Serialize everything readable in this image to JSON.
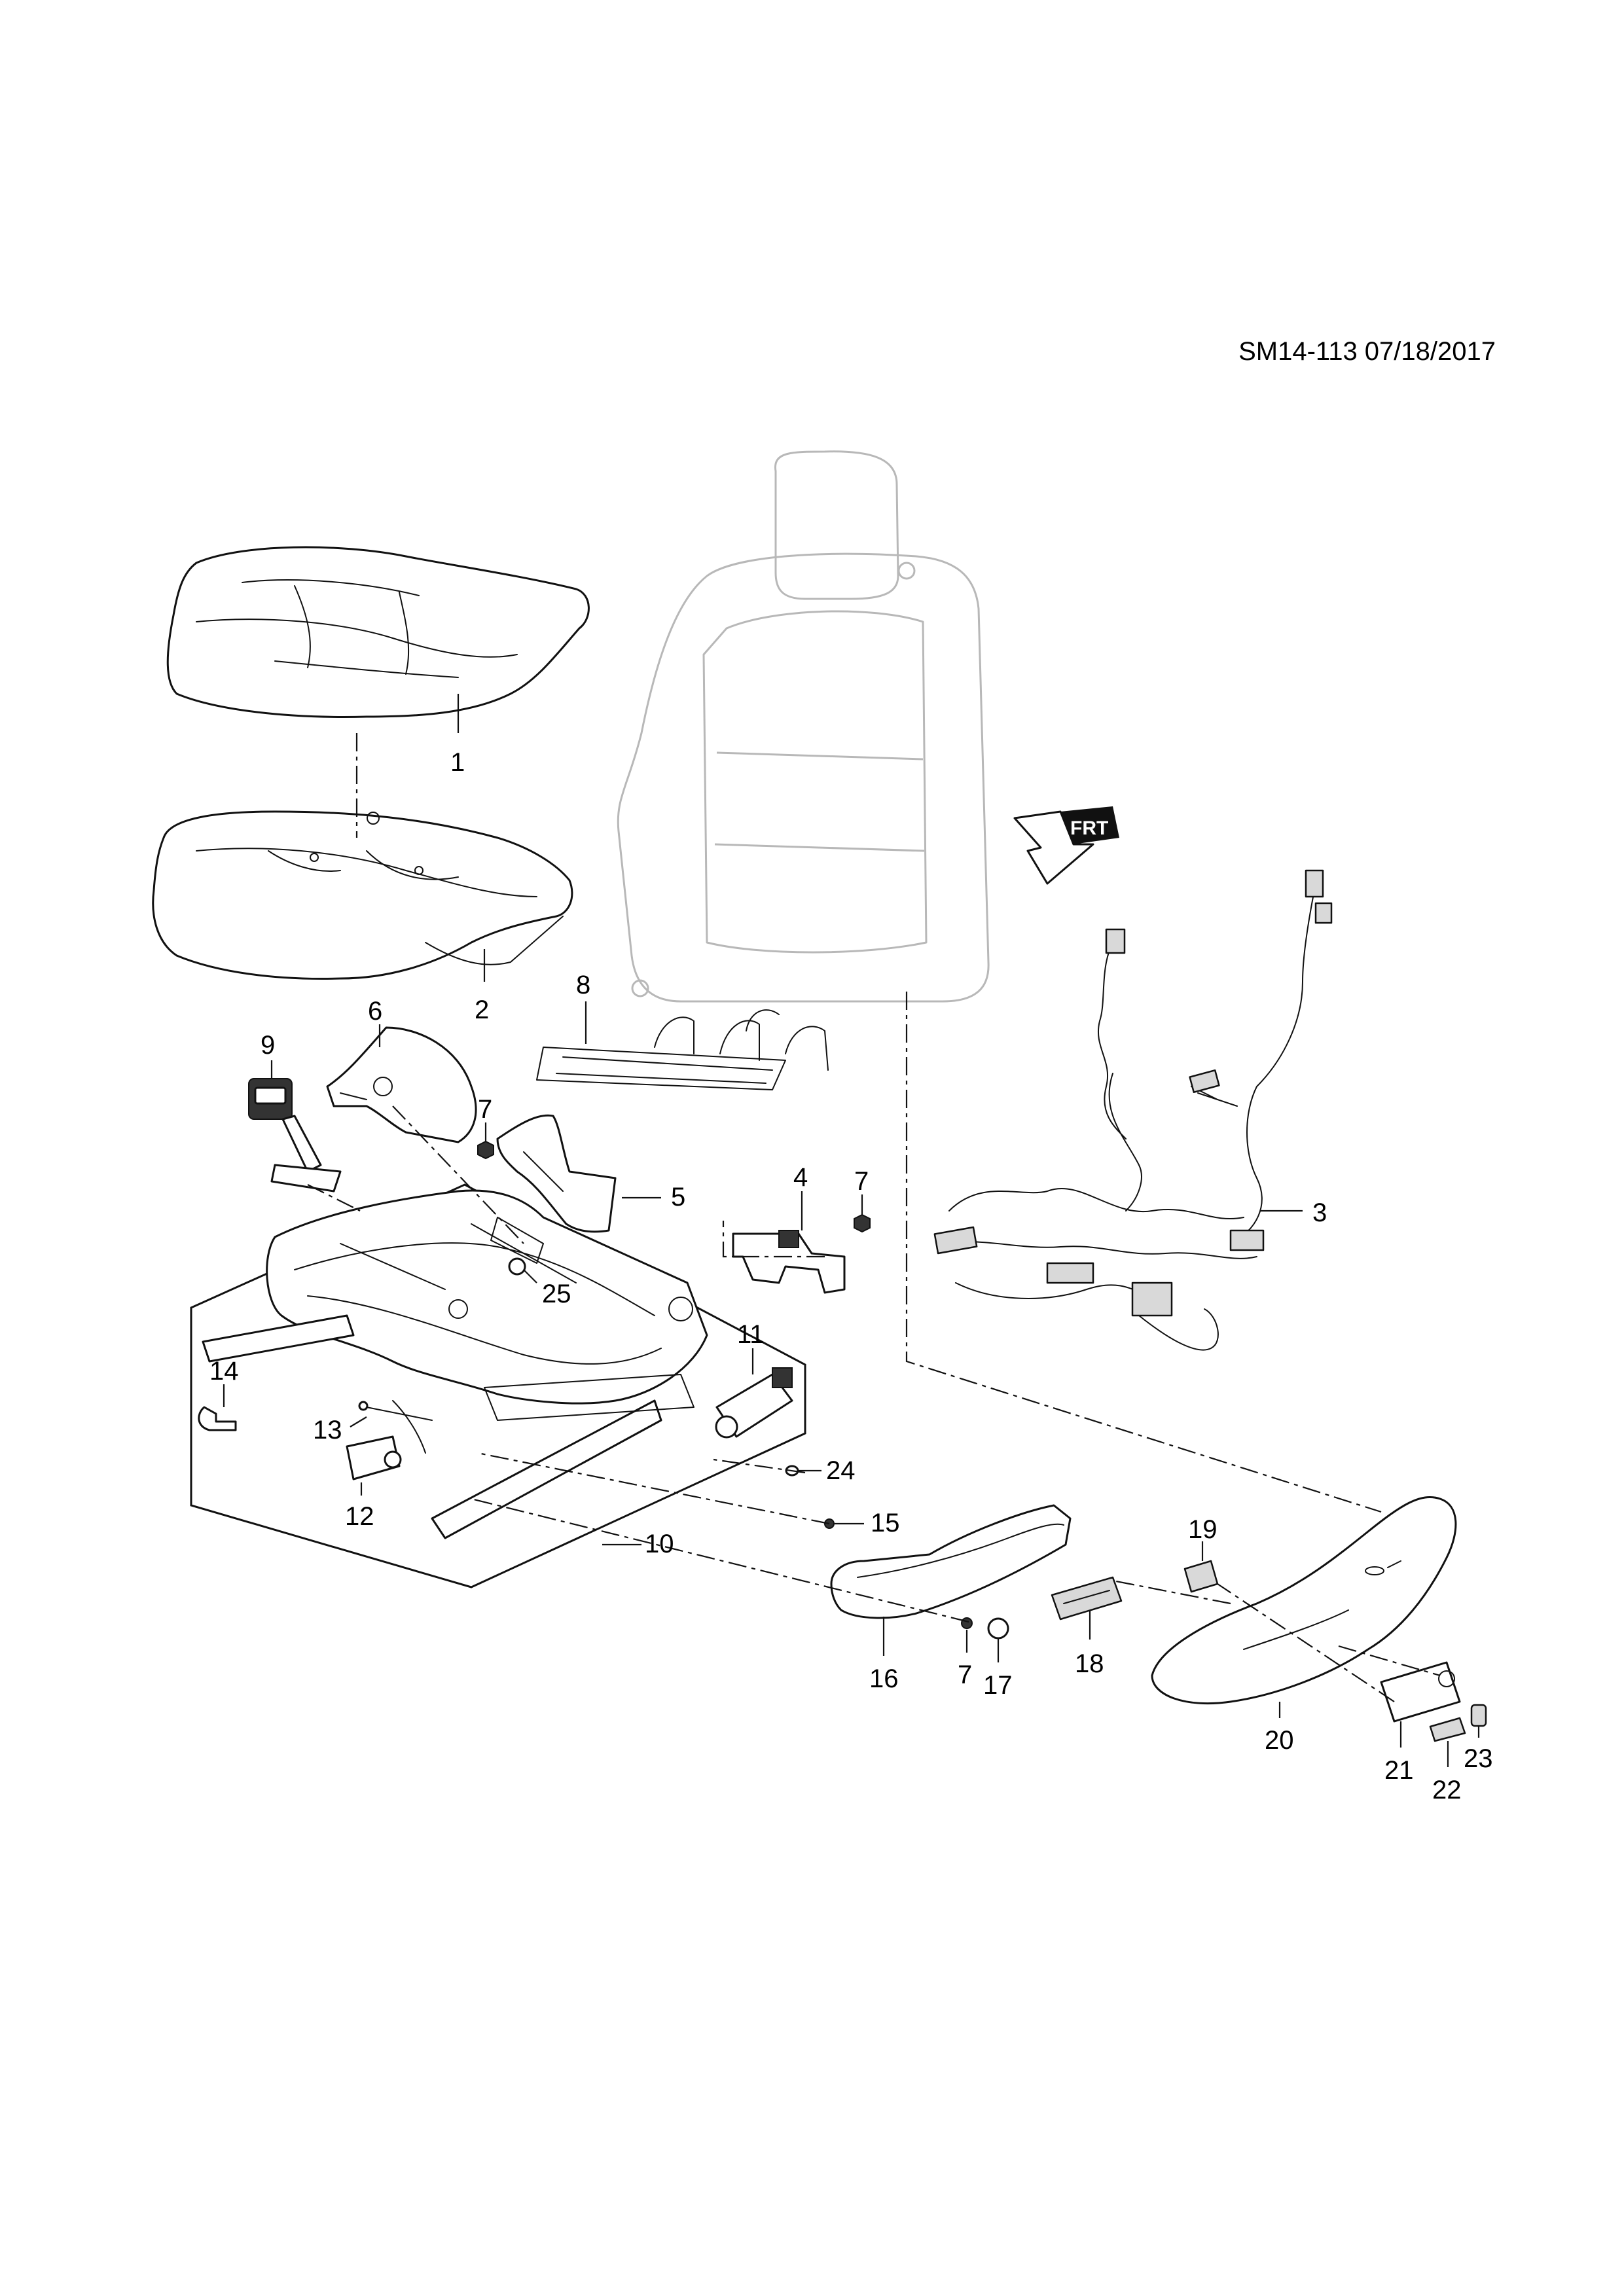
{
  "reference": "SM14-113 07/18/2017",
  "direction_marker": {
    "label": "FRT",
    "icon": "front-direction-arrow-icon"
  },
  "callouts": [
    "1",
    "2",
    "3",
    "4",
    "5",
    "6",
    "7",
    "7",
    "7",
    "8",
    "9",
    "10",
    "11",
    "12",
    "13",
    "14",
    "15",
    "16",
    "17",
    "18",
    "19",
    "20",
    "21",
    "22",
    "23",
    "24",
    "25"
  ]
}
